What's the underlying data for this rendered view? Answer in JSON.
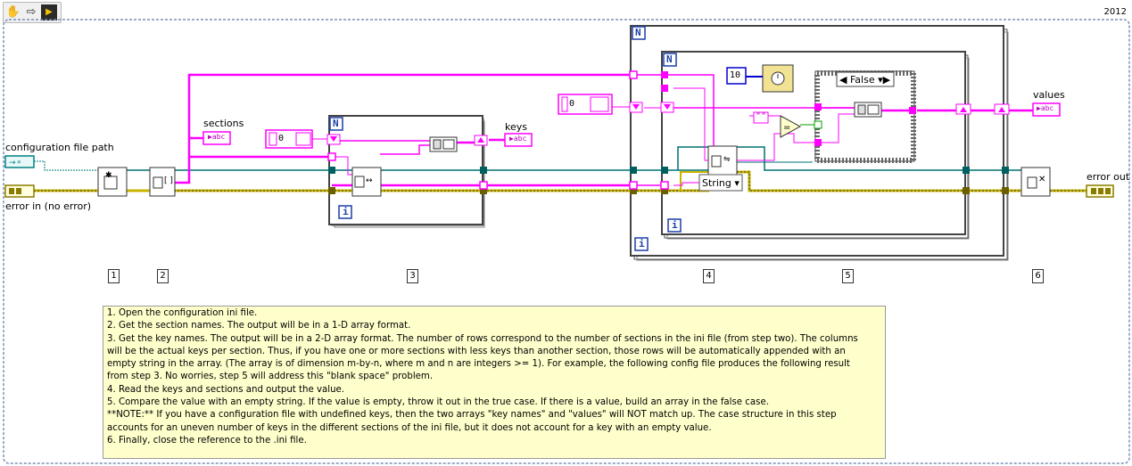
{
  "toolbar": {
    "icons": [
      "hand-tool-icon",
      "run-arrow-icon",
      "labview-icon"
    ]
  },
  "header": {
    "year": "2012"
  },
  "labels": {
    "config_path": "configuration file path",
    "error_in": "error in (no error)",
    "sections": "sections",
    "keys": "keys",
    "values": "values",
    "error_out": "error out"
  },
  "constants": {
    "index_a": "0",
    "index_b": "0",
    "timeout": "10",
    "empty_string": "\"\"",
    "type": "String",
    "case": "False"
  },
  "loop_labels": {
    "n": "N",
    "i": "i"
  },
  "steps": [
    "1",
    "2",
    "3",
    "4",
    "5",
    "6"
  ],
  "note": [
    "1. Open the configuration ini file.",
    "2. Get the section names. The output will be in a 1-D array format.",
    "3. Get the key names.  The output will be in a 2-D array format. The number of rows correspond to the number of sections in the ini file (from step two).  The columns",
    "will be the actual keys per section.  Thus, if you have one or more sections with less keys than another section, those rows will be automatically appended with an",
    "empty string in the array. (The array is of dimension m-by-n, where m and n are integers  >= 1).  For example, the following config file produces the following result",
    "from step 3.  No worries, step 5 will address this \"blank space\" problem.",
    "4. Read the keys and sections and output the value.",
    "5.  Compare the value with an empty string.  If the value is empty, throw it out in the true case.  If there is a value, build an array in the false case.",
    "**NOTE:** If you have a configuration file with undefined keys, then the two arrays \"key names\" and \"values\" will NOT match up.  The case structure in this step",
    "accounts for an uneven number of keys in the different sections of the ini file, but it does not account for a key with an empty value.",
    "6.  Finally, close the reference to the .ini file."
  ],
  "colors": {
    "string_wire": "#ff00ff",
    "error_wire": "#c8b400",
    "refnum_wire": "#007070",
    "path_wire": "#008080"
  }
}
